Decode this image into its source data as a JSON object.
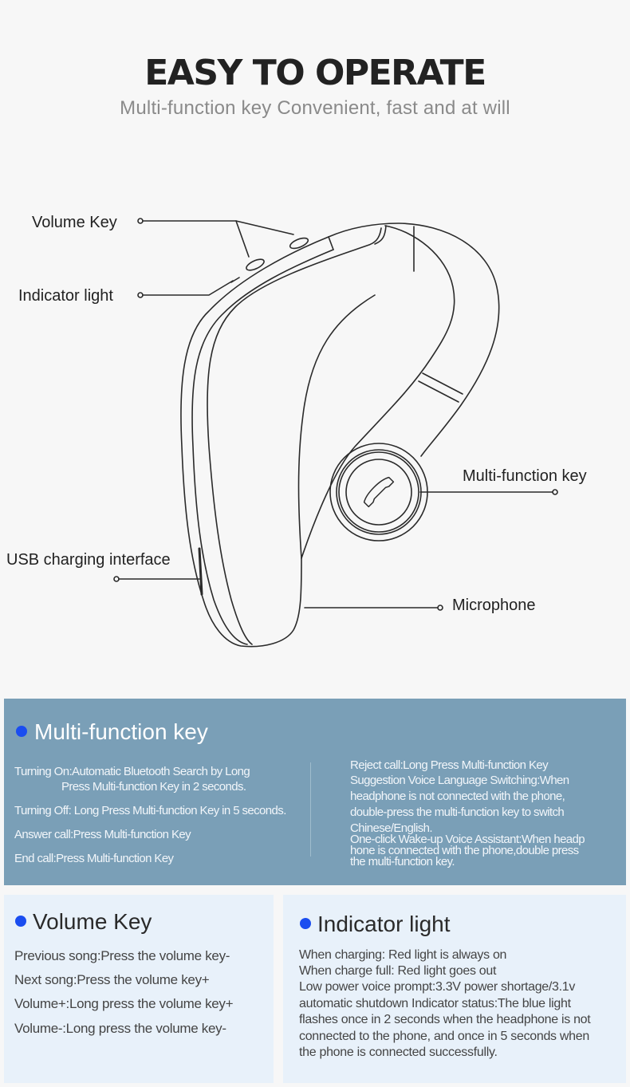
{
  "header": {
    "title": "EASY TO OPERATE",
    "subtitle": "Multi-function key  Convenient, fast and at will"
  },
  "diagram": {
    "labels": {
      "volume_key": "Volume Key",
      "indicator_light": "Indicator light",
      "multi_function_key": "Multi-function key",
      "usb_charging": "USB charging interface",
      "microphone": "Microphone"
    },
    "icons": [
      "phone-icon"
    ]
  },
  "multi_function": {
    "heading": "Multi-function key",
    "left": [
      "Turning On:Automatic Bluetooth Search by Long",
      "Press Multi-function Key in 2 seconds.",
      "Turning Off: Long Press Multi-function Key in 5 seconds.",
      "Answer call:Press Multi-function Key",
      "End call:Press Multi-function Key"
    ],
    "right": [
      "Reject call:Long Press Multi-function Key",
      "Suggestion Voice Language Switching:When",
      " headphone is not connected with the phone,",
      "double-press the multi-function key to switch",
      " Chinese/English.",
      "One-click Wake-up Voice Assistant:When headp",
      "hone is connected with the phone,double press",
      "the multi-function key."
    ]
  },
  "volume": {
    "heading": "Volume Key",
    "items": [
      "Previous song:Press the volume key-",
      "Next song:Press the volume key+",
      "Volume+:Long press the volume key+",
      "Volume-:Long press the volume key-"
    ]
  },
  "indicator": {
    "heading": "Indicator light",
    "items": [
      "When charging: Red light is always on",
      "When charge full: Red light goes out",
      "Low power voice prompt:3.3V power shortage/3.1v",
      " automatic shutdown Indicator status:The blue light",
      " flashes once in 2 seconds when the headphone is not",
      " connected to the phone, and once in 5 seconds when",
      " the phone is connected successfully."
    ]
  },
  "colors": {
    "accent_dot": "#1a4df0",
    "mf_panel_bg": "#7a9fb7",
    "light_panel_bg": "#e8f1fa"
  }
}
